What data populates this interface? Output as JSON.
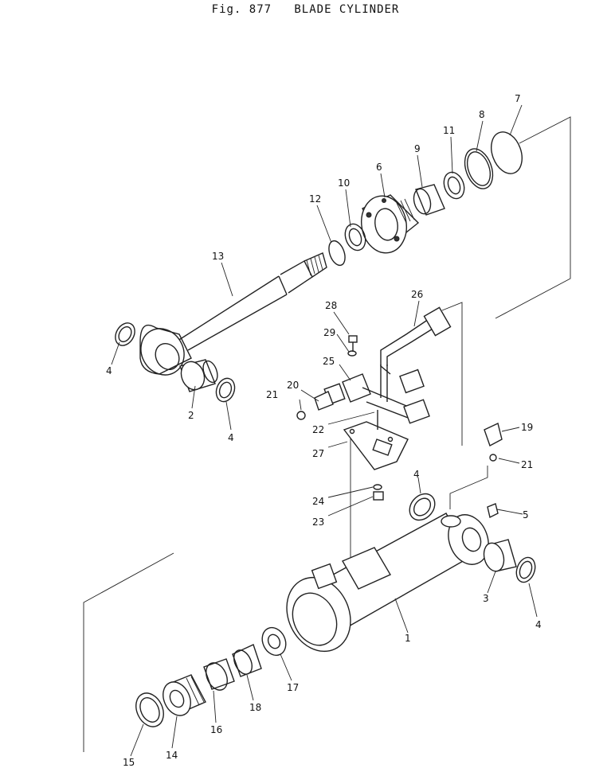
{
  "title": "Fig. 877   BLADE CYLINDER",
  "callouts": {
    "p1": "1",
    "p2": "2",
    "p3": "3",
    "p4a": "4",
    "p4b": "4",
    "p4c": "4",
    "p4d": "4",
    "p5": "5",
    "p6": "6",
    "p7": "7",
    "p8": "8",
    "p9": "9",
    "p10": "10",
    "p11": "11",
    "p12": "12",
    "p13": "13",
    "p14": "14",
    "p15": "15",
    "p16": "16",
    "p17": "17",
    "p18": "18",
    "p19": "19",
    "p20": "20",
    "p21a": "21",
    "p21b": "21",
    "p22": "22",
    "p23": "23",
    "p24": "24",
    "p25": "25",
    "p26": "26",
    "p27": "27",
    "p28": "28",
    "p29": "29"
  }
}
